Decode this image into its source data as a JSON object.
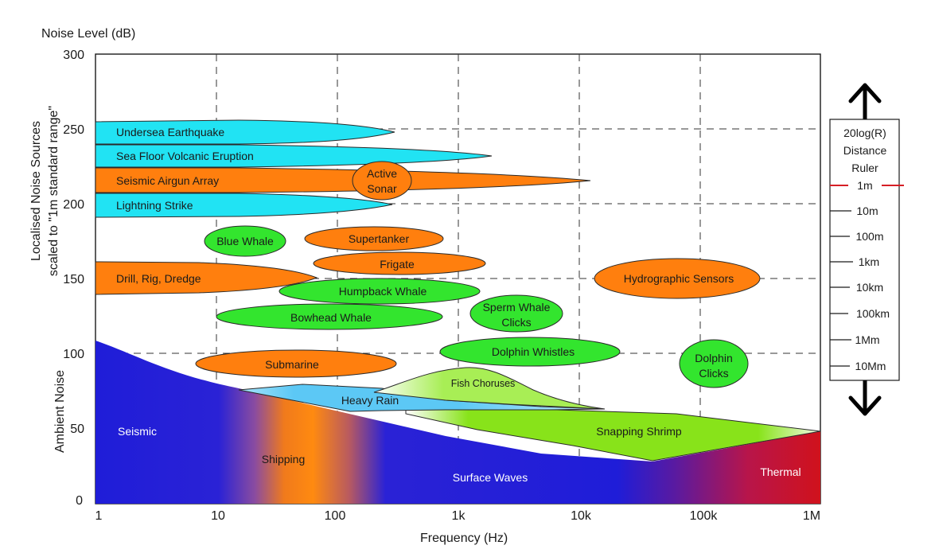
{
  "colors": {
    "cyan": "#21e3f3",
    "orange": "#ff7f0e",
    "green": "#33e52e",
    "rain": "#5cc8f5",
    "fish": "#a8ee55",
    "shrimp": "#88e31a",
    "ambient_blue": "#1f1dd8",
    "shipping_orange": "#f07a1c",
    "thermal_red": "#d0121c",
    "ruler_red": "#d61f25"
  },
  "axes": {
    "y_title": "Noise Level (dB)",
    "x_title": "Frequency (Hz)",
    "y_ticks": [
      "300",
      "250",
      "200",
      "150",
      "100",
      "50",
      "0"
    ],
    "x_ticks": [
      "1",
      "10",
      "100",
      "1k",
      "10k",
      "100k",
      "1M"
    ],
    "left_label_sources_line1": "Localised Noise Sources",
    "left_label_sources_line2": "scaled to \"1m standard range\"",
    "left_label_ambient": "Ambient Noise"
  },
  "sources": {
    "undersea_earthquake": "Undersea Earthquake",
    "sea_floor_volcanic": "Sea Floor Volcanic Eruption",
    "seismic_airgun": "Seismic Airgun Array",
    "lightning_strike": "Lightning Strike",
    "active_sonar_l1": "Active",
    "active_sonar_l2": "Sonar",
    "blue_whale": "Blue Whale",
    "supertanker": "Supertanker",
    "frigate": "Frigate",
    "drill_rig": "Drill, Rig, Dredge",
    "humpback_whale": "Humpback Whale",
    "hydrographic": "Hydrographic Sensors",
    "bowhead_whale": "Bowhead Whale",
    "sperm_whale_l1": "Sperm Whale",
    "sperm_whale_l2": "Clicks",
    "dolphin_whistles": "Dolphin Whistles",
    "dolphin_clicks_l1": "Dolphin",
    "dolphin_clicks_l2": "Clicks",
    "submarine": "Submarine"
  },
  "ambient": {
    "seismic": "Seismic",
    "shipping": "Shipping",
    "surface_waves": "Surface Waves",
    "thermal": "Thermal",
    "heavy_rain": "Heavy Rain",
    "fish_choruses": "Fish Choruses",
    "snapping_shrimp": "Snapping Shrimp"
  },
  "ruler": {
    "title_l1": "20log(R)",
    "title_l2": "Distance",
    "title_l3": "Ruler",
    "marks": [
      "1m",
      "10m",
      "100m",
      "1km",
      "10km",
      "100km",
      "1Mm",
      "10Mm"
    ]
  }
}
